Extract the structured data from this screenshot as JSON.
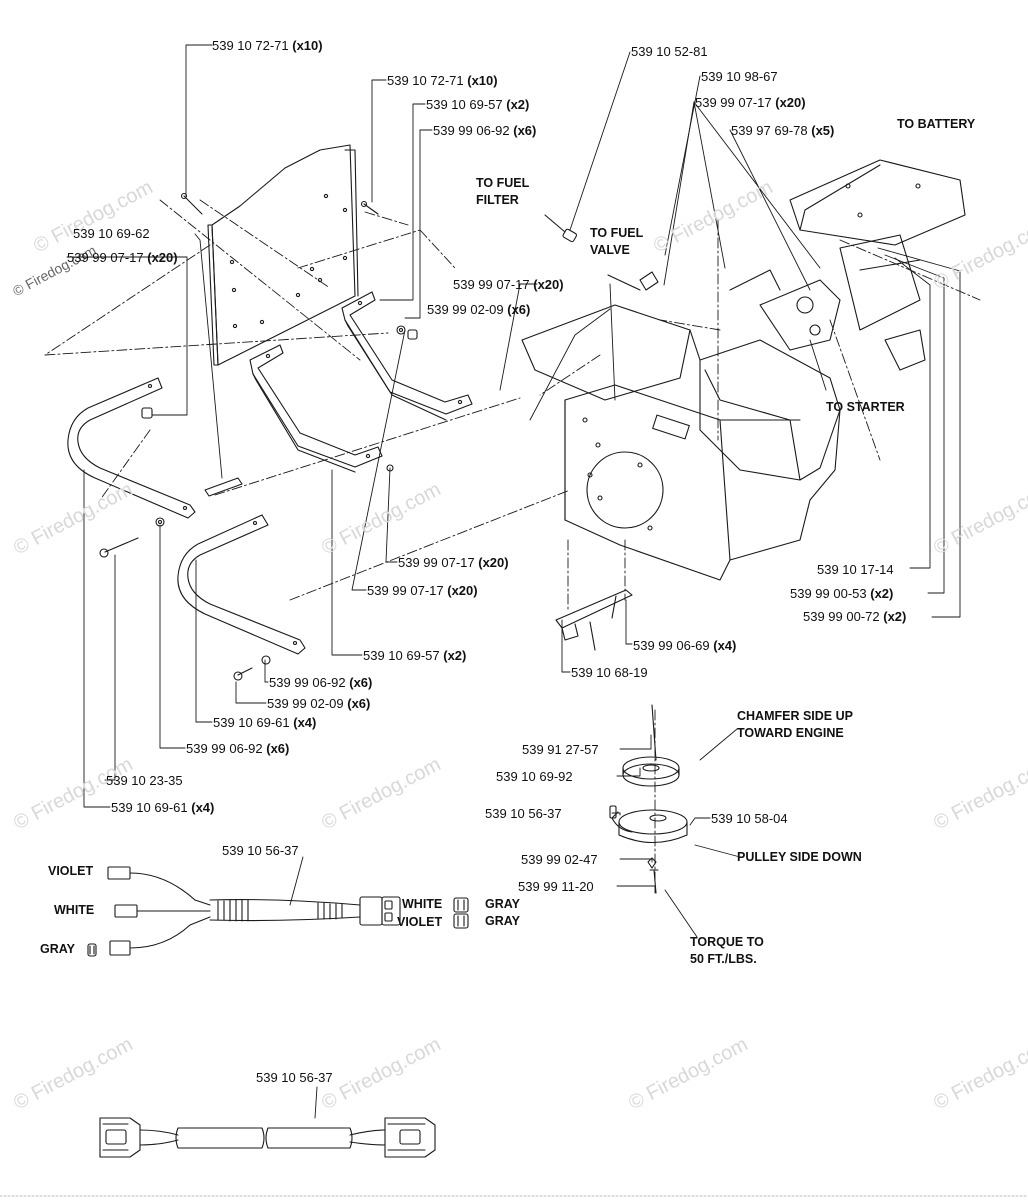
{
  "watermark": {
    "text": "© Firedog.com",
    "corner_text": "© Firedog.com"
  },
  "parts": [
    {
      "num": "539 10 72-71",
      "qty": "(x10)"
    },
    {
      "num": "539 10 72-71",
      "qty": "(x10)"
    },
    {
      "num": "539 10 69-57",
      "qty": "(x2)"
    },
    {
      "num": "539 99 06-92",
      "qty": "(x6)"
    },
    {
      "num": "539 10 69-62",
      "qty": ""
    },
    {
      "num": "539 99 07-17",
      "qty": "(x20)"
    },
    {
      "num": "539 10 52-81",
      "qty": ""
    },
    {
      "num": "539 10 98-67",
      "qty": ""
    },
    {
      "num": "539 99 07-17",
      "qty": "(x20)"
    },
    {
      "num": "539 97 69-78",
      "qty": "(x5)"
    },
    {
      "num": "539 99 07-17",
      "qty": "(x20)"
    },
    {
      "num": "539 99 02-09",
      "qty": "(x6)"
    },
    {
      "num": "539 99 07-17",
      "qty": "(x20)"
    },
    {
      "num": "539 99 07-17",
      "qty": "(x20)"
    },
    {
      "num": "539 10 69-57",
      "qty": "(x2)"
    },
    {
      "num": "539 99 06-92",
      "qty": "(x6)"
    },
    {
      "num": "539 99 02-09",
      "qty": "(x6)"
    },
    {
      "num": "539 10 69-61",
      "qty": "(x4)"
    },
    {
      "num": "539 99 06-92",
      "qty": "(x6)"
    },
    {
      "num": "539 10 23-35",
      "qty": ""
    },
    {
      "num": "539 10 69-61",
      "qty": "(x4)"
    },
    {
      "num": "539 10 17-14",
      "qty": ""
    },
    {
      "num": "539 99 00-53",
      "qty": "(x2)"
    },
    {
      "num": "539 99 00-72",
      "qty": "(x2)"
    },
    {
      "num": "539 99 06-69",
      "qty": "(x4)"
    },
    {
      "num": "539 10 68-19",
      "qty": ""
    },
    {
      "num": "539 91 27-57",
      "qty": ""
    },
    {
      "num": "539 10 69-92",
      "qty": ""
    },
    {
      "num": "539 10 56-37",
      "qty": ""
    },
    {
      "num": "539 10 58-04",
      "qty": ""
    },
    {
      "num": "539 99 02-47",
      "qty": ""
    },
    {
      "num": "539 99 11-20",
      "qty": ""
    },
    {
      "num": "539 10 56-37",
      "qty": ""
    },
    {
      "num": "539 10 56-37",
      "qty": ""
    }
  ],
  "notes": {
    "to_fuel_filter": "TO FUEL\nFILTER",
    "to_fuel_valve": "TO FUEL\nVALVE",
    "to_battery": "TO BATTERY",
    "to_starter": "TO STARTER",
    "chamfer": "CHAMFER SIDE UP\nTOWARD ENGINE",
    "pulley_side_down": "PULLEY SIDE DOWN",
    "torque": "TORQUE TO\n50 FT./LBS."
  },
  "wires": {
    "violet_left": "VIOLET",
    "white_left": "WHITE",
    "gray_left": "GRAY",
    "white_right": "WHITE",
    "violet_right": "VIOLET",
    "gray_right_1": "GRAY",
    "gray_right_2": "GRAY"
  }
}
